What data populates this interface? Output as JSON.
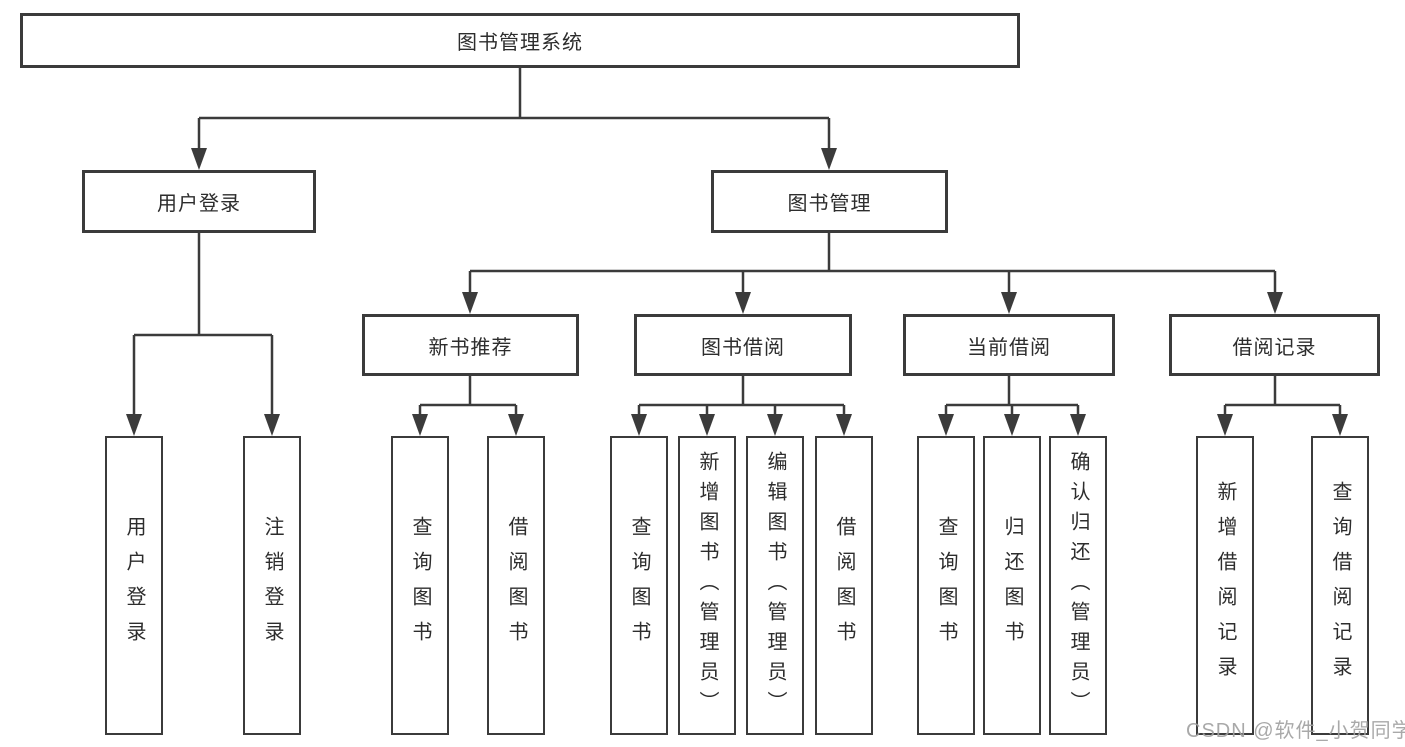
{
  "tree": {
    "root": {
      "label": "图书管理系统",
      "children": [
        {
          "label": "用户登录",
          "children": [
            {
              "label": "用户登录"
            },
            {
              "label": "注销登录"
            }
          ]
        },
        {
          "label": "图书管理",
          "children": [
            {
              "label": "新书推荐",
              "children": [
                {
                  "label": "查询图书"
                },
                {
                  "label": "借阅图书"
                }
              ]
            },
            {
              "label": "图书借阅",
              "children": [
                {
                  "label": "查询图书"
                },
                {
                  "label": "新增图书（管理员）"
                },
                {
                  "label": "编辑图书（管理员）"
                },
                {
                  "label": "借阅图书"
                }
              ]
            },
            {
              "label": "当前借阅",
              "children": [
                {
                  "label": "查询图书"
                },
                {
                  "label": "归还图书"
                },
                {
                  "label": "确认归还（管理员）"
                }
              ]
            },
            {
              "label": "借阅记录",
              "children": [
                {
                  "label": "新增借阅记录"
                },
                {
                  "label": "查询借阅记录"
                }
              ]
            }
          ]
        }
      ]
    }
  },
  "watermark": {
    "text": "CSDN @软件_小贺同学"
  },
  "colors": {
    "line": "#3b3b3b",
    "box_border": "#3b3b3b",
    "box_background": "#ffffff",
    "text": "#2d2d2d",
    "watermark": "#a0a0a0"
  }
}
